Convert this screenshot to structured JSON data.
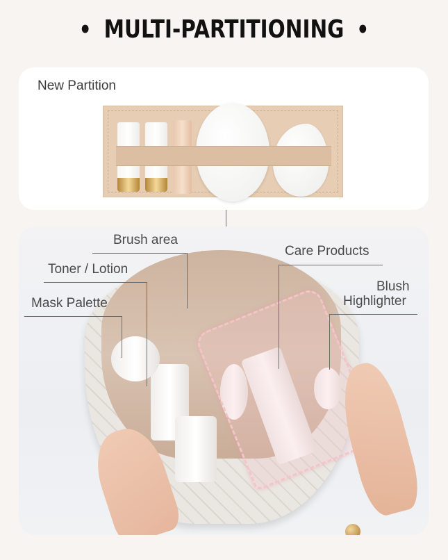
{
  "header": {
    "title": "MULTI-PARTITIONING",
    "bullet": "•"
  },
  "top_panel": {
    "label": "New Partition",
    "items": [
      "lipstick",
      "lipstick",
      "lip gloss",
      "cushion compact",
      "beauty sponge"
    ]
  },
  "bottom_panel": {
    "labels": {
      "brush_area": "Brush area",
      "toner_lotion": "Toner / Lotion",
      "mask_palette": "Mask Palette",
      "care_products": "Care Products",
      "blush_highlighter_line1": "Blush",
      "blush_highlighter_line2": "Highlighter"
    }
  },
  "colors": {
    "background": "#f8f4f1",
    "card_top": "#ffffff",
    "card_bottom": "#eceef2",
    "pouch_beige": "#e6cdb3",
    "highlight_pink": "#f3c4c8",
    "text": "#4a4a4a",
    "title": "#111111"
  }
}
